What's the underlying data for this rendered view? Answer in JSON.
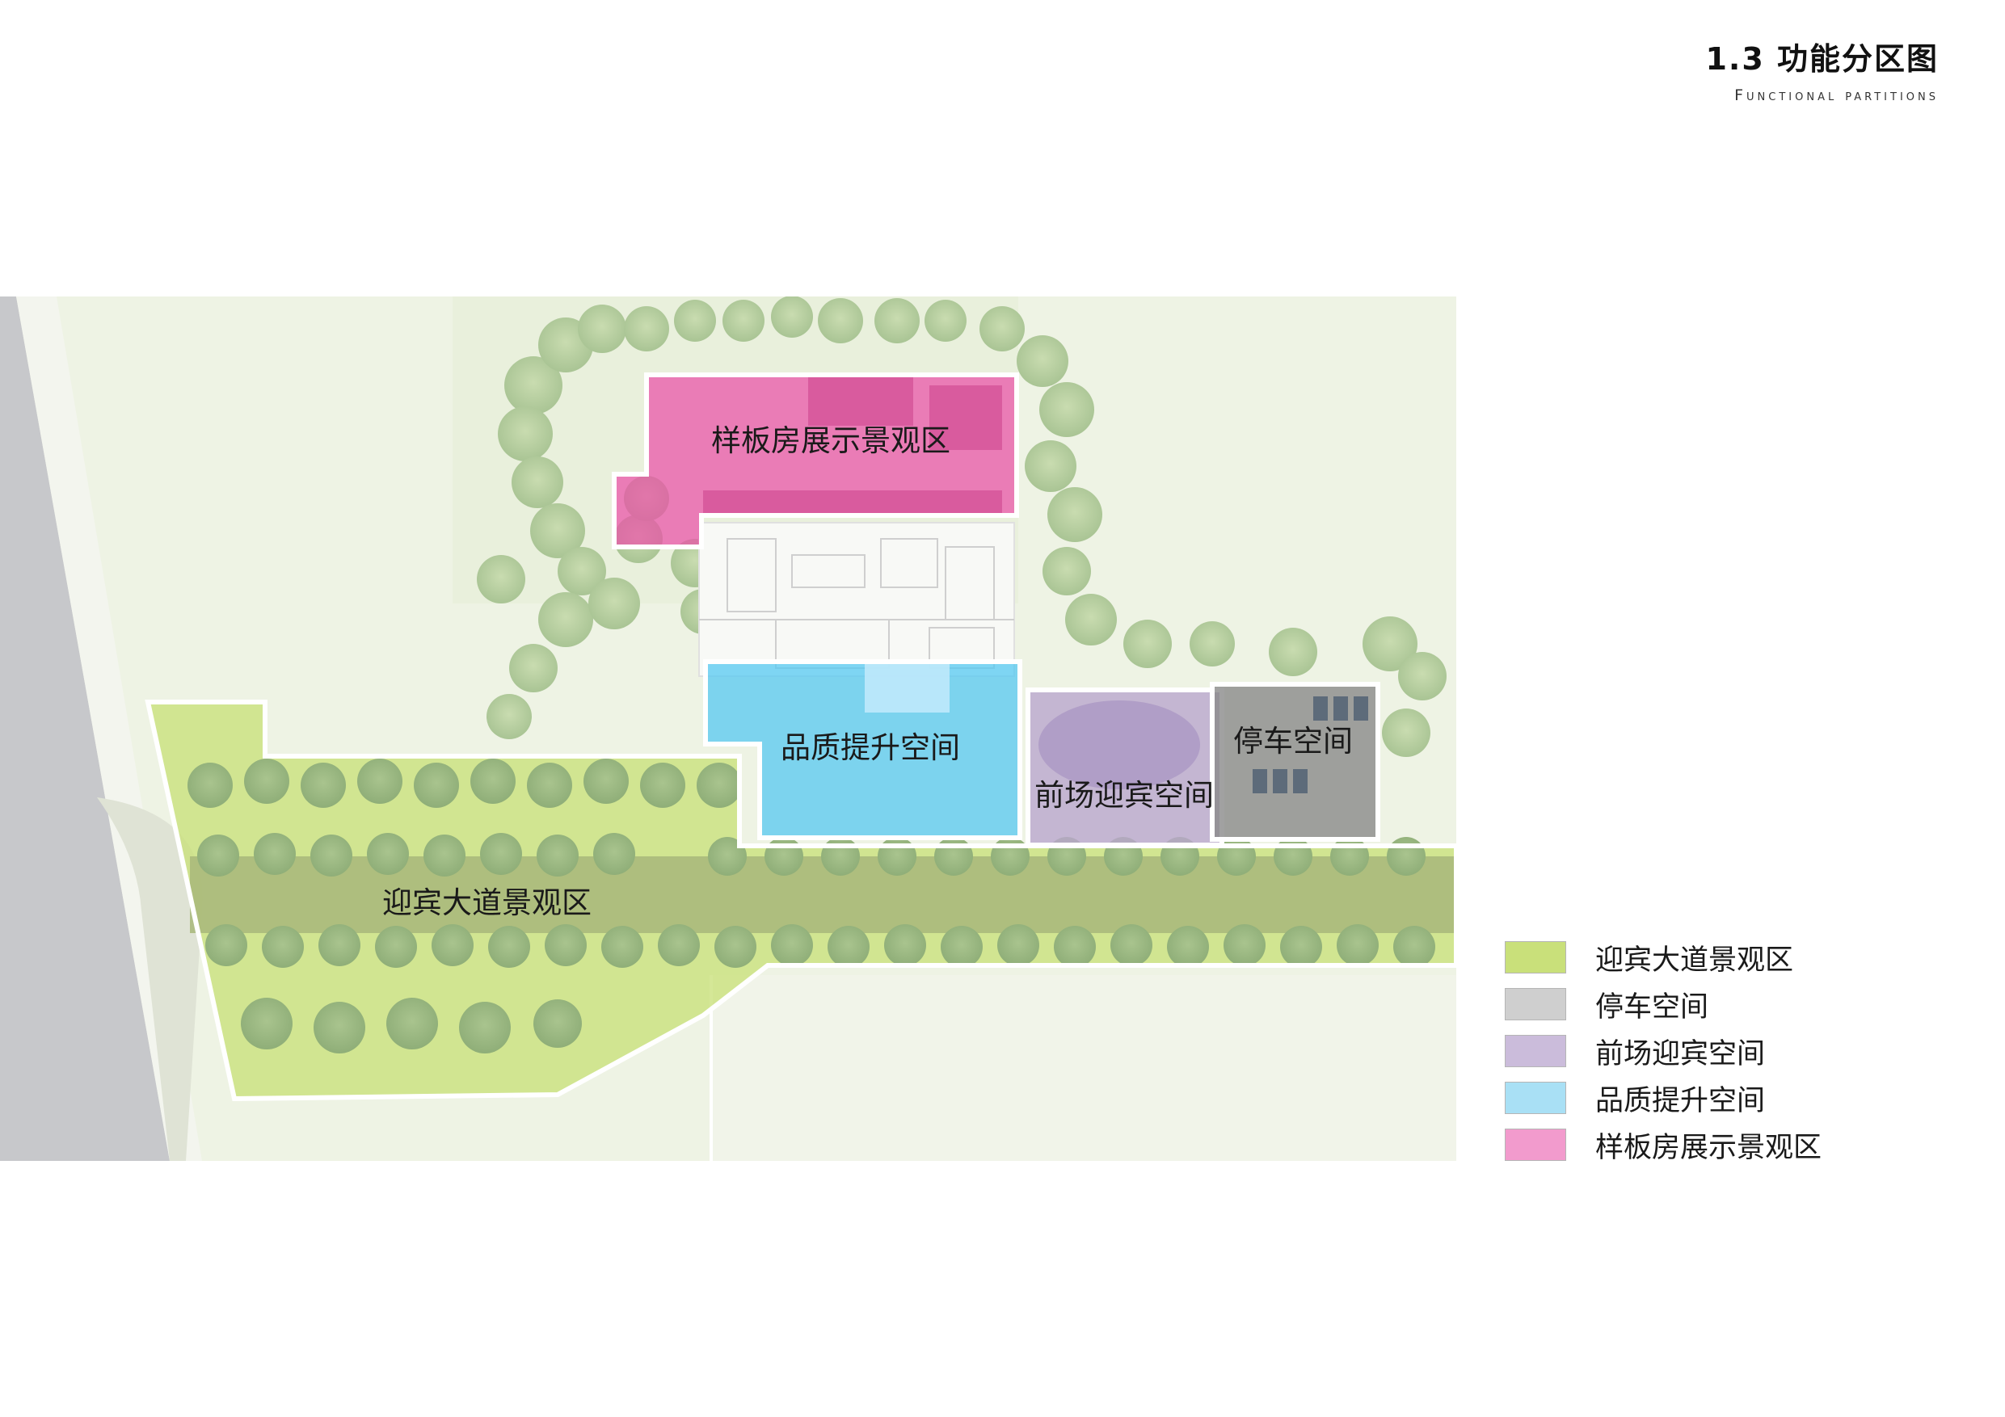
{
  "header": {
    "title": "1.3 功能分区图",
    "subtitle": "Functional partitions"
  },
  "zones": {
    "avenue": {
      "label": "迎宾大道景观区",
      "color": "#c9e07a"
    },
    "parking": {
      "label": "停车空间",
      "color": "#cfcfcf"
    },
    "forecourt": {
      "label": "前场迎宾空间",
      "color": "#cbbcdb"
    },
    "quality": {
      "label": "品质提升空间",
      "color": "#a9e0f5"
    },
    "showroom": {
      "label": "样板房展示景观区",
      "color": "#f29bcd"
    }
  },
  "legend": {
    "items": [
      {
        "label": "迎宾大道景观区",
        "color": "#c9e07a"
      },
      {
        "label": "停车空间",
        "color": "#cfcfcf"
      },
      {
        "label": "前场迎宾空间",
        "color": "#cbbcdb"
      },
      {
        "label": "品质提升空间",
        "color": "#a9e0f5"
      },
      {
        "label": "样板房展示景观区",
        "color": "#f29bcd"
      }
    ]
  }
}
